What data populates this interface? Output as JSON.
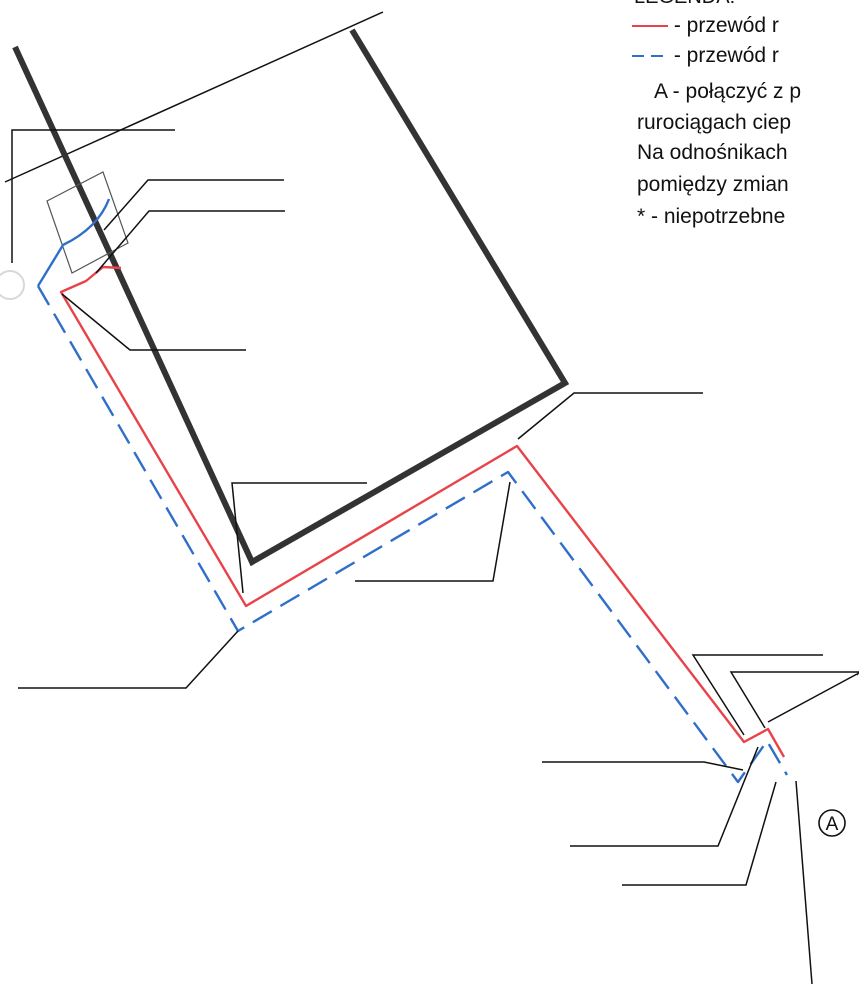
{
  "legend": {
    "title": "LEGENDA:",
    "supply_label": "- przewód r",
    "return_label": "- przewód r",
    "note_line1": "A - połączyć z p",
    "note_line2": "rurociągach ciep",
    "note_line3": "Na odnośnikach",
    "note_line4": "pomiędzy zmian",
    "note_line5": "* - niepotrzebne"
  },
  "connection_point": {
    "label": "A"
  },
  "colors": {
    "supply_pipe": "#e8434a",
    "return_pipe": "#2f6fc9",
    "building_outline": "#333333",
    "leader_line": "#111111"
  }
}
